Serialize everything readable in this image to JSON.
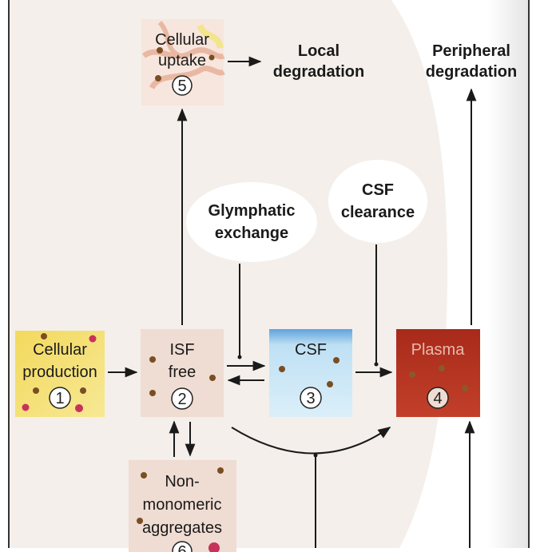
{
  "boxes": {
    "cellular_uptake": {
      "line1": "Cellular",
      "line2": "uptake",
      "number": "5"
    },
    "cellular_production": {
      "line1": "Cellular",
      "line2": "production",
      "number": "1"
    },
    "isf_free": {
      "line1": "ISF",
      "line2": "free",
      "number": "2"
    },
    "csf": {
      "line1": "CSF",
      "number": "3"
    },
    "plasma": {
      "line1": "Plasma",
      "number": "4"
    },
    "aggregates": {
      "line1": "Non-",
      "line2": "monomeric",
      "line3": "aggregates",
      "number": "6"
    }
  },
  "labels": {
    "local_degradation": {
      "line1": "Local",
      "line2": "degradation"
    },
    "peripheral_degradation": {
      "line1": "Peripheral",
      "line2": "degradation"
    },
    "glymphatic_exchange": {
      "line1": "Glymphatic",
      "line2": "exchange"
    },
    "csf_clearance": {
      "line1": "CSF",
      "line2": "clearance"
    }
  },
  "colors": {
    "brain_bg": "#f4efea",
    "production_fill": "#f4dd6a",
    "isf_fill": "#efdcd2",
    "csf_top": "#5fa3dc",
    "csf_bottom": "#d9eef8",
    "plasma_fill": "#b3321f",
    "arrow": "#1a1a1a"
  }
}
